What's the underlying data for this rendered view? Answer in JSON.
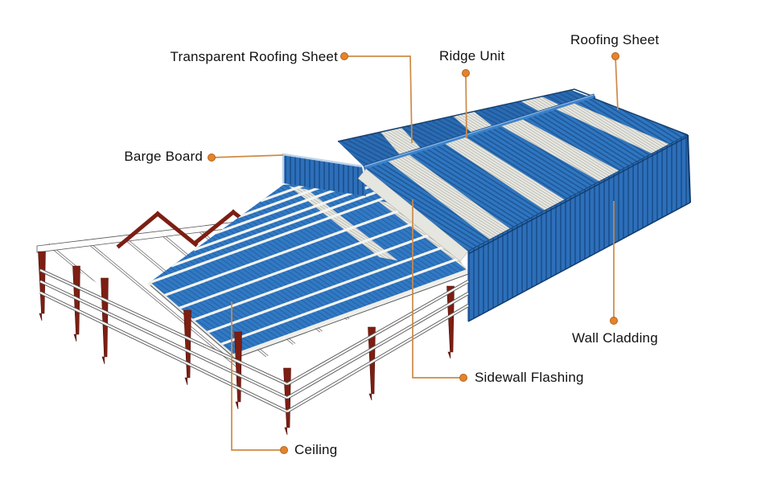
{
  "diagram_type": "labeled-isometric-building-illustration",
  "subject_icon": "steel-structure-warehouse-illustration",
  "labels": [
    {
      "id": "transparent_roofing_sheet",
      "text": "Transparent Roofing Sheet"
    },
    {
      "id": "ridge_unit",
      "text": "Ridge Unit"
    },
    {
      "id": "roofing_sheet",
      "text": "Roofing Sheet"
    },
    {
      "id": "barge_board",
      "text": "Barge Board"
    },
    {
      "id": "wall_cladding",
      "text": "Wall Cladding"
    },
    {
      "id": "sidewall_flashing",
      "text": "Sidewall Flashing"
    },
    {
      "id": "ceiling",
      "text": "Ceiling"
    }
  ],
  "colors": {
    "background": "#ffffff",
    "label_text": "#111111",
    "leader_line": "#cd8a45",
    "anchor_dot": "#e5832d",
    "roof_blue": "#2f76c0",
    "roof_dark_blue": "#2a6bb2",
    "mid_blue": "#3179c3",
    "mid_rib": "#2563ab",
    "rib_blue": "#1d5596",
    "wall_blue": "#2d6fb9",
    "skylight": "#e9e9e4",
    "skylight_line": "#b3b3ab",
    "frame_maroon": "#7d1e12",
    "beam_white": "#fcfcfc"
  }
}
